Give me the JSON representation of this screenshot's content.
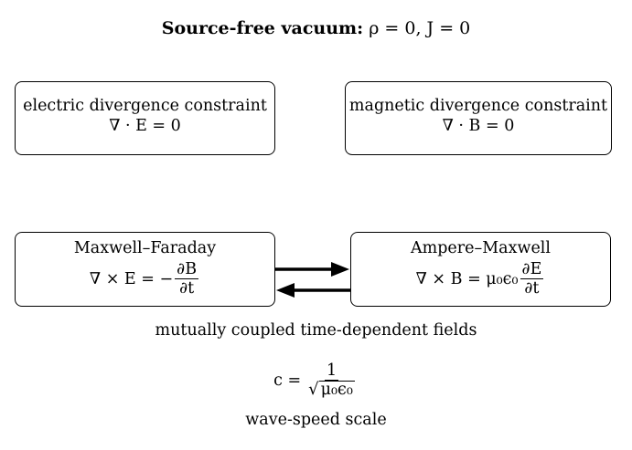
{
  "title": {
    "heading": "Source-free vacuum:",
    "condition": "ρ = 0, J = 0"
  },
  "boxes": {
    "electric": {
      "label": "electric divergence constraint",
      "equation": "∇ · E = 0"
    },
    "magnetic": {
      "label": "magnetic divergence constraint",
      "equation": "∇ · B = 0"
    },
    "faraday": {
      "label": "Maxwell–Faraday",
      "lhs": "∇ × E = −",
      "numerator": "∂B",
      "denominator": "∂t"
    },
    "ampere": {
      "label": "Ampere–Maxwell",
      "lhs": "∇ × B = μ₀ϵ₀",
      "numerator": "∂E",
      "denominator": "∂t"
    }
  },
  "coupling_caption": "mutually coupled time-dependent fields",
  "wave_speed": {
    "lhs": "c =",
    "numerator": "1",
    "radicand": "μ₀ϵ₀",
    "caption": "wave-speed scale"
  }
}
